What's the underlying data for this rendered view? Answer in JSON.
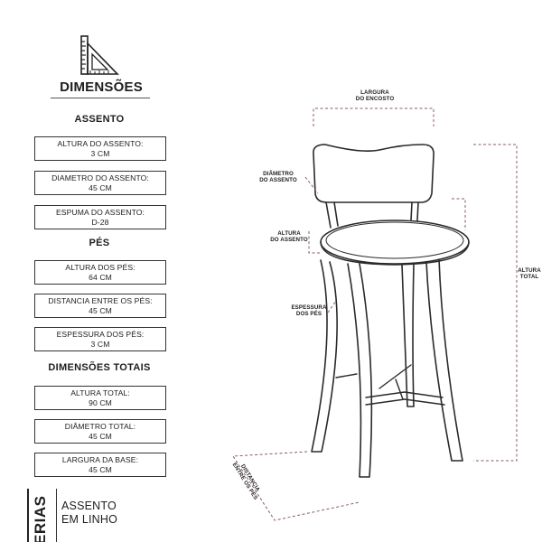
{
  "heading": "DIMENSÕES",
  "sections": [
    {
      "title": "ASSENTO",
      "items": [
        {
          "label": "ALTURA DO ASSENTO:",
          "value": "3 CM"
        },
        {
          "label": "DIAMETRO DO ASSENTO:",
          "value": "45 CM"
        },
        {
          "label": "ESPUMA DO ASSENTO:",
          "value": "D-28"
        }
      ]
    },
    {
      "title": "PÉS",
      "items": [
        {
          "label": "ALTURA DOS PÉS:",
          "value": "64 CM"
        },
        {
          "label": "DISTANCIA ENTRE OS PÉS:",
          "value": "45 CM"
        },
        {
          "label": "ESPESSURA DOS PÉS:",
          "value": "3 CM"
        }
      ]
    },
    {
      "title": "DIMENSÕES TOTAIS",
      "items": [
        {
          "label": "ALTURA TOTAL:",
          "value": "90 CM"
        },
        {
          "label": "DIÂMETRO TOTAL:",
          "value": "45 CM"
        },
        {
          "label": "LARGURA DA BASE:",
          "value": "45 CM"
        }
      ]
    }
  ],
  "materials": {
    "tag": "ERIAS",
    "lines": [
      "ASSENTO",
      "EM LINHO"
    ]
  },
  "annotations": {
    "largura_encosto": [
      "LARGURA",
      "DO ENCOSTO"
    ],
    "diametro_assento": [
      "DIÂMETRO",
      "DO ASSENTO"
    ],
    "altura_assento": [
      "ALTURA",
      "DO ASSENTO"
    ],
    "espessura_pes": [
      "ESPESSURA",
      "DOS PÉS"
    ],
    "altura_total": [
      "ALTURA",
      "TOTAL"
    ],
    "distancia_pes": [
      "DISTANCIA",
      "ENTRE OS PÉS"
    ]
  },
  "icons": {
    "dimensions": "ruler-triangle-icon"
  }
}
